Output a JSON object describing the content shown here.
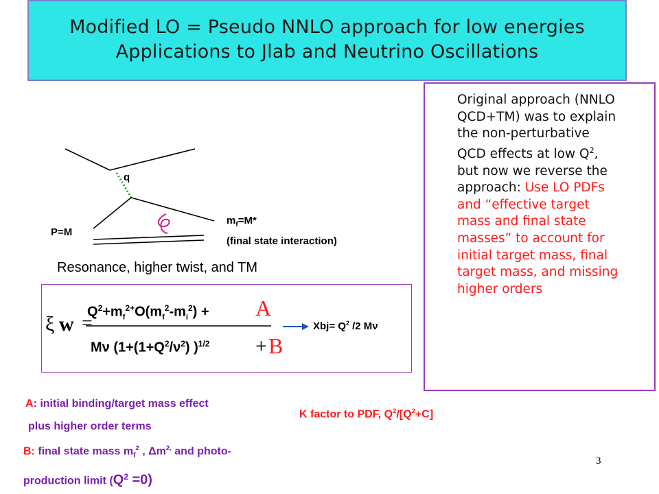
{
  "title": {
    "line1": "Modified LO = Pseudo NNLO approach for low energies",
    "line2": "Applications to Jlab and Neutrino Oscillations"
  },
  "diagram": {
    "label_q": "q",
    "label_p": "P=M",
    "label_mf_main": "m",
    "label_mf_sub": "f",
    "label_mf_rest": "=M*",
    "label_fsi": "(final state interaction)",
    "caption": "Resonance, higher twist, and TM"
  },
  "side_text": {
    "black_lines": [
      "Original approach (NNLO",
      "QCD+TM) was to explain",
      "the non-perturbative"
    ],
    "line4_pre": "QCD effects at low Q",
    "line4_sup": "2",
    "line4_post": ",",
    "line5": "but now we reverse the",
    "line6_black": "approach: ",
    "line6_red": "Use LO PDFs",
    "red_lines": [
      "and “effective target",
      "mass and final state",
      "masses” to account for",
      "initial target mass, final",
      "target mass, and missing",
      "higher orders"
    ]
  },
  "formula": {
    "xi": "ξ",
    "w": "w",
    "eq": "=",
    "num_q": "Q",
    "num_sup2": "2",
    "num_plus_m": "+m",
    "num_sub_f": "f",
    "num_sup_2plus": "2+",
    "num_o": "O(m",
    "num_sub_f2": "f",
    "num_sup_2b": "2",
    "num_minus": "-m",
    "num_sub_i": "i",
    "num_sup_2c": "2",
    "num_close": ") +",
    "A": "A",
    "den_m": "Mν (1+(1+Q",
    "den_sup2": "2",
    "den_slash": "/ν",
    "den_sup2b": "2",
    "den_close": ") )",
    "den_sup_half": "1/2",
    "den_plus": "+",
    "B": "B",
    "xbj_pre": "Xbj= Q",
    "xbj_sup": "2",
    "xbj_post": " /2 Mν"
  },
  "notes": {
    "a_label": "A",
    "a_text": ": initial binding/target mass effect",
    "a_text2": "plus higher order terms",
    "b_label": "B:",
    "b_text_pre": " final state mass m",
    "b_sub": "f",
    "b_sup": "2",
    "b_text_mid": " , Δm",
    "b_sup2": "2,",
    "b_text_post": " and photo-",
    "c_pre": "production limit (",
    "c_q": "Q",
    "c_sup": "2",
    "c_post": " =0)"
  },
  "k_factor": {
    "pre": "K factor to PDF, Q",
    "sup1": "2",
    "mid": "/[Q",
    "sup2": "2",
    "post": "+C]"
  },
  "page_number": "3",
  "colors": {
    "title_bg": "#2ee6e6",
    "accent_red": "#ff1a1a",
    "purple": "#7a1fb0",
    "box_border": "#9b3cb7"
  }
}
